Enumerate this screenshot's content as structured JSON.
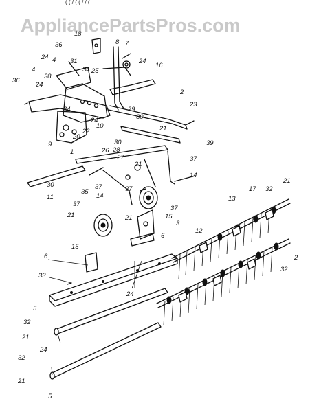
{
  "watermark": {
    "text": "AppliancePartsPros.com",
    "color": "#c9c9c9"
  },
  "top_fragment": "( ( / ( ( / / (",
  "callouts": [
    "18",
    "8",
    "7",
    "25",
    "24",
    "36",
    "4",
    "31",
    "34",
    "24",
    "16",
    "38",
    "24",
    "4",
    "36",
    "34",
    "2",
    "29",
    "23",
    "24",
    "10",
    "30",
    "22",
    "20",
    "21",
    "9",
    "39",
    "30",
    "26",
    "28",
    "27",
    "37",
    "21",
    "1",
    "37",
    "14",
    "30",
    "35",
    "13",
    "11",
    "37",
    "17",
    "32",
    "21",
    "14",
    "37",
    "15",
    "37",
    "21",
    "3",
    "21",
    "12",
    "15",
    "6",
    "2",
    "32",
    "6",
    "33",
    "24",
    "5",
    "32",
    "21",
    "24",
    "32",
    "21",
    "5"
  ]
}
